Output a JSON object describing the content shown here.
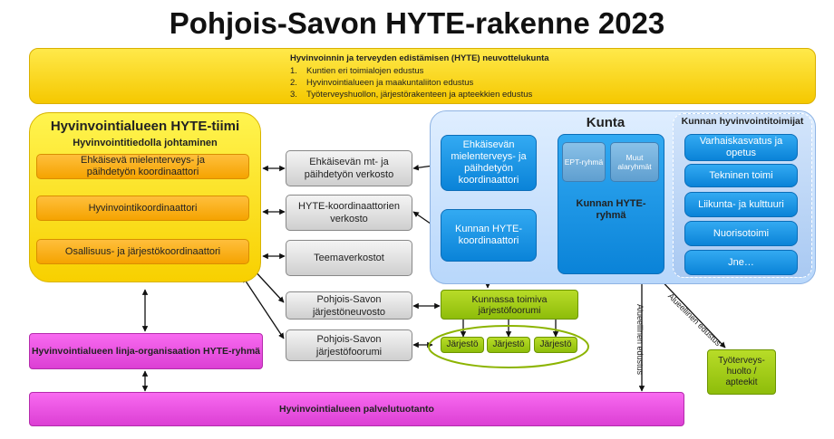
{
  "title": "Pohjois-Savon HYTE-rakenne 2023",
  "council": {
    "heading": "Hyvinvoinnin ja terveyden edistämisen (HYTE) neuvottelukunta",
    "items": [
      {
        "num": "1.",
        "text": "Kuntien eri toimialojen edustus"
      },
      {
        "num": "2.",
        "text": "Hyvinvointialueen ja maakuntaliiton edustus"
      },
      {
        "num": "3.",
        "text": "Työterveyshuollon, järjestörakenteen ja apteekkien edustus"
      }
    ]
  },
  "hyte_team": {
    "title": "Hyvinvointialueen HYTE-tiimi",
    "subtitle": "Hyvinvointitiedolla johtaminen",
    "coordinators": [
      "Ehkäisevä mielenterveys- ja päihdetyön koordinaattori",
      "Hyvinvointikoordinaattori",
      "Osallisuus- ja järjestökoordinaattori"
    ]
  },
  "networks": [
    "Ehkäisevän mt- ja päihdetyön verkosto",
    "HYTE-koordinaattorien verkosto",
    "Teemaverkostot"
  ],
  "org_councils": [
    "Pohjois-Savon järjestöneuvosto",
    "Pohjois-Savon järjestöfoorumi"
  ],
  "kunta": {
    "title": "Kunta",
    "coordinator_boxes": [
      "Ehkäisevän mielenterveys- ja päihdetyön koordinaattori",
      "Kunnan HYTE-koordinaattori"
    ],
    "hyte_group": {
      "label": "Kunnan HYTE-ryhmä",
      "sub": [
        "EPT-ryhmä",
        "Muut alaryhmät"
      ]
    },
    "actors_title": "Kunnan hyvinvointitoimijat",
    "actors": [
      "Varhaiskasvatus ja opetus",
      "Tekninen toimi",
      "Liikunta- ja kulttuuri",
      "Nuorisotoimi",
      "Jne…"
    ]
  },
  "municipal_forum": "Kunnassa toimiva järjestöfoorumi",
  "organizations": [
    "Järjestö",
    "Järjestö",
    "Järjestö"
  ],
  "line_org": "Hyvinvointialueen linja-organisaation HYTE-ryhmä",
  "service_production": "Hyvinvointialueen palvelutuotanto",
  "occupational": "Työterveys-huolto / apteekit",
  "regional_rep_1": "Alueellinen edustus",
  "regional_rep_2": "Alueellinen edustus"
}
